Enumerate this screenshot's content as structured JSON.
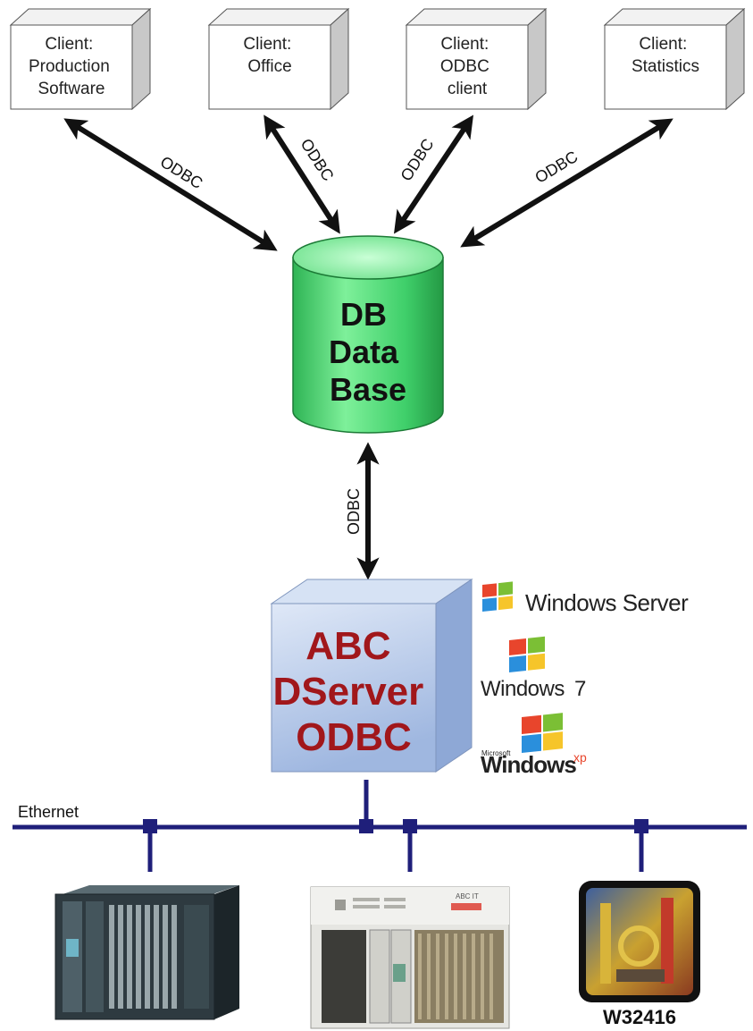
{
  "clients": [
    {
      "lines": [
        "Client:",
        "Production",
        "Software"
      ]
    },
    {
      "lines": [
        "Client:",
        "Office"
      ]
    },
    {
      "lines": [
        "Client:",
        "ODBC",
        "client"
      ]
    },
    {
      "lines": [
        "Client:",
        "Statistics"
      ]
    }
  ],
  "connections": {
    "client_links": [
      "ODBC",
      "ODBC",
      "ODBC",
      "ODBC"
    ],
    "db_server_link": "ODBC"
  },
  "database": {
    "lines": [
      "DB",
      "Data",
      "Base"
    ]
  },
  "server": {
    "lines": [
      "ABC",
      "DServer",
      "ODBC"
    ]
  },
  "os_logos": {
    "windows_server": "Windows Server",
    "windows_7": "Windows",
    "windows_7_version": "7",
    "windows_xp_microsoft": "Microsoft",
    "windows_xp": "Windows",
    "windows_xp_suffix": "xp"
  },
  "network": {
    "label": "Ethernet",
    "color": "#1f1f7a"
  },
  "devices": {
    "rack_brand": "ABC IT",
    "photo_caption": "W32416"
  },
  "colors": {
    "db_green": "#3fcf6a",
    "server_blue": "#b5c8e8",
    "server_text": "#a1171b"
  }
}
